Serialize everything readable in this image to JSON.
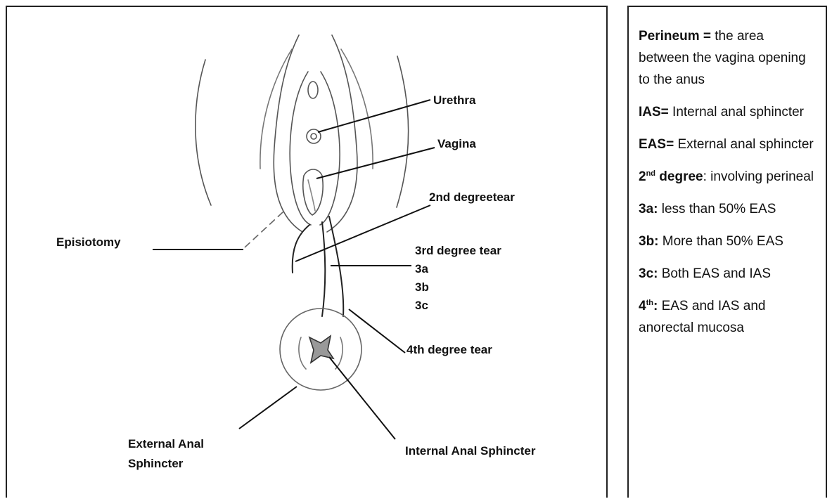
{
  "labels": {
    "urethra": "Urethra",
    "vagina": "Vagina",
    "second_degree": "2nd degreetear",
    "episiotomy": "Episiotomy",
    "third_degree": "3rd degree tear",
    "sub_3a": "3a",
    "sub_3b": "3b",
    "sub_3c": "3c",
    "fourth_degree": "4th degree tear",
    "external_line1": "External Anal",
    "external_line2": "Sphincter",
    "internal": "Internal Anal Sphincter"
  },
  "legend": [
    {
      "term": "Perineum =",
      "sup": "",
      "desc": " the area between the vagina opening to the anus"
    },
    {
      "term": "IAS=",
      "sup": "",
      "desc": " Internal anal sphincter"
    },
    {
      "term": "EAS=",
      "sup": "",
      "desc": " External anal sphincter"
    },
    {
      "term": "2",
      "sup": "nd",
      "term2": " degree",
      "desc": ": involving perineal"
    },
    {
      "term": "3a:",
      "sup": "",
      "desc": " less than 50% EAS"
    },
    {
      "term": "3b:",
      "sup": "",
      "desc": " More than 50% EAS"
    },
    {
      "term": "3c:",
      "sup": "",
      "desc": " Both EAS and IAS"
    },
    {
      "term": "4",
      "sup": "th",
      "term2": ":",
      "desc": " EAS and IAS and anorectal mucosa"
    }
  ]
}
